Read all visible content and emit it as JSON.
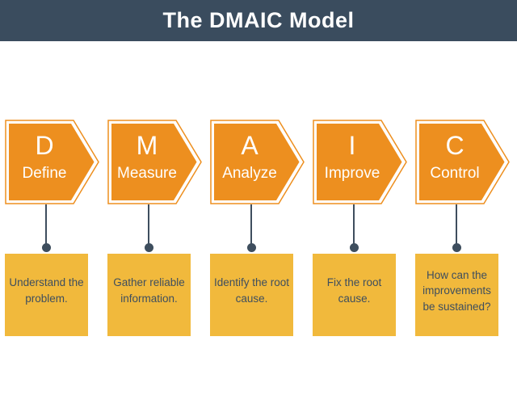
{
  "header": {
    "title": "The DMAIC Model"
  },
  "colors": {
    "header_bg": "#3A4C5E",
    "arrow_orange": "#ED8F1F",
    "card_yellow": "#F1B93C",
    "connector_slate": "#3E4E5E",
    "text_white": "#FFFFFF"
  },
  "steps": [
    {
      "letter": "D",
      "name": "Define",
      "description": "Understand the problem."
    },
    {
      "letter": "M",
      "name": "Measure",
      "description": "Gather reliable information."
    },
    {
      "letter": "A",
      "name": "Analyze",
      "description": "Identify the root cause."
    },
    {
      "letter": "I",
      "name": "Improve",
      "description": "Fix the root cause."
    },
    {
      "letter": "C",
      "name": "Control",
      "description": "How can the improvements be sustained?"
    }
  ]
}
